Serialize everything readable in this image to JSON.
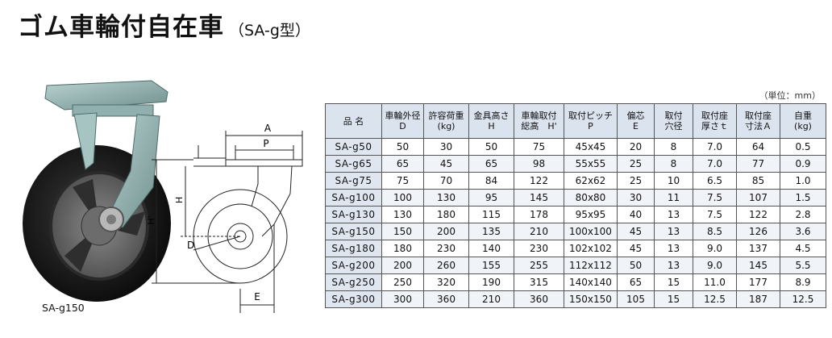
{
  "title": "ゴム車輪付自在車",
  "subtitle": "（SA-g型）",
  "unit_note": "（単位：mm）",
  "photo_caption": "SA-g150",
  "drawing_labels": {
    "A": "A",
    "P": "P",
    "H": "H",
    "H2": "H'",
    "D": "D",
    "E": "E"
  },
  "table": {
    "headers": [
      [
        "品 名"
      ],
      [
        "車輪外径",
        "D"
      ],
      [
        "許容荷重",
        "(kg)"
      ],
      [
        "金具高さ",
        "H"
      ],
      [
        "車輪取付",
        "総高　H'"
      ],
      [
        "取付ピッチ",
        "P"
      ],
      [
        "偏芯",
        "E"
      ],
      [
        "取付",
        "穴径"
      ],
      [
        "取付座",
        "厚さｔ"
      ],
      [
        "取付座",
        "寸法Ａ"
      ],
      [
        "自重",
        "(kg)"
      ]
    ],
    "rows": [
      [
        "SA-g50",
        "50",
        "30",
        "50",
        "75",
        "45x45",
        "20",
        "8",
        "7.0",
        "64",
        "0.5"
      ],
      [
        "SA-g65",
        "65",
        "45",
        "65",
        "98",
        "55x55",
        "25",
        "8",
        "7.0",
        "77",
        "0.9"
      ],
      [
        "SA-g75",
        "75",
        "70",
        "84",
        "122",
        "62x62",
        "25",
        "10",
        "6.5",
        "85",
        "1.0"
      ],
      [
        "SA-g100",
        "100",
        "130",
        "95",
        "145",
        "80x80",
        "30",
        "11",
        "7.5",
        "107",
        "1.5"
      ],
      [
        "SA-g130",
        "130",
        "180",
        "115",
        "178",
        "95x95",
        "40",
        "13",
        "7.5",
        "122",
        "2.8"
      ],
      [
        "SA-g150",
        "150",
        "200",
        "135",
        "210",
        "100x100",
        "45",
        "13",
        "8.5",
        "126",
        "3.6"
      ],
      [
        "SA-g180",
        "180",
        "230",
        "140",
        "230",
        "102x102",
        "45",
        "13",
        "9.0",
        "137",
        "4.5"
      ],
      [
        "SA-g200",
        "200",
        "260",
        "155",
        "255",
        "112x112",
        "50",
        "13",
        "9.0",
        "145",
        "5.5"
      ],
      [
        "SA-g250",
        "250",
        "320",
        "190",
        "315",
        "140x140",
        "65",
        "15",
        "11.0",
        "177",
        "8.9"
      ],
      [
        "SA-g300",
        "300",
        "360",
        "210",
        "360",
        "150x150",
        "105",
        "15",
        "12.5",
        "187",
        "12.5"
      ]
    ]
  }
}
